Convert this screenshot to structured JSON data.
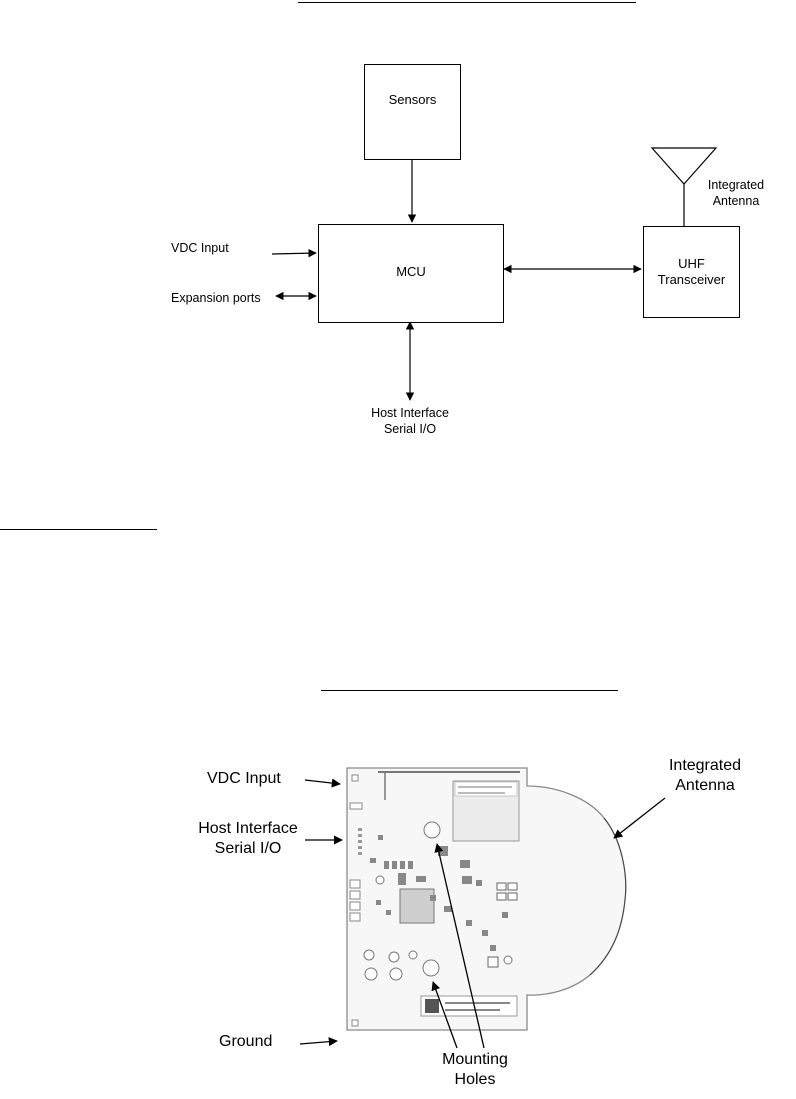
{
  "block_diagram": {
    "nodes": {
      "sensors": "Sensors",
      "mcu": "MCU",
      "uhf_line1": "UHF",
      "uhf_line2": "Transceiver"
    },
    "labels": {
      "integrated_antenna_line1": "Integrated",
      "integrated_antenna_line2": "Antenna",
      "vdc_input": "VDC Input",
      "expansion_ports": "Expansion ports",
      "host_interface_line1": "Host Interface",
      "host_interface_line2": "Serial I/O"
    }
  },
  "board_photo": {
    "labels": {
      "vdc_input": "VDC Input",
      "host_interface_line1": "Host Interface",
      "host_interface_line2": "Serial I/O",
      "ground": "Ground",
      "integrated_antenna_line1": "Integrated",
      "integrated_antenna_line2": "Antenna",
      "mounting_holes_line1": "Mounting",
      "mounting_holes_line2": "Holes"
    }
  }
}
